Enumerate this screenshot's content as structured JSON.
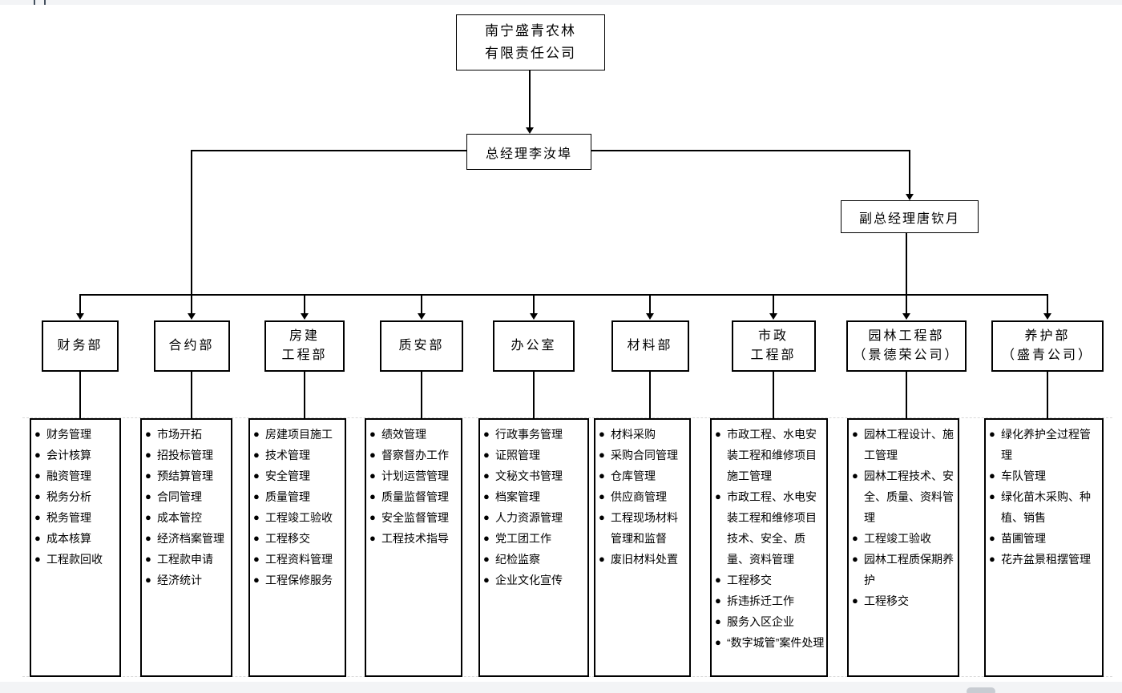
{
  "colors": {
    "line": "#000000",
    "chrome_bar": "#f3f4f6",
    "scroll_thumb": "#c8ccd2"
  },
  "chart": {
    "bullet": "●",
    "company": {
      "line1": "南宁盛青农林",
      "line2": "有限责任公司"
    },
    "general_manager": "总经理李汝埠",
    "deputy_manager": "副总经理唐钦月",
    "departments": [
      {
        "name_lines": [
          "财务部"
        ],
        "duties": [
          "财务管理",
          "会计核算",
          "融资管理",
          "税务分析",
          "税务管理",
          "成本核算",
          "工程款回收"
        ]
      },
      {
        "name_lines": [
          "合约部"
        ],
        "duties": [
          "市场开拓",
          "招投标管理",
          "预结算管理",
          "合同管理",
          "成本管控",
          "经济档案管理",
          "工程款申请",
          "经济统计"
        ]
      },
      {
        "name_lines": [
          "房建",
          "工程部"
        ],
        "duties": [
          "房建项目施工",
          "技术管理",
          "安全管理",
          "质量管理",
          "工程竣工验收",
          "工程移交",
          "工程资料管理",
          "工程保修服务"
        ]
      },
      {
        "name_lines": [
          "质安部"
        ],
        "duties": [
          "绩效管理",
          "督察督办工作",
          "计划运营管理",
          "质量监督管理",
          "安全监督管理",
          "工程技术指导"
        ]
      },
      {
        "name_lines": [
          "办公室"
        ],
        "duties": [
          "行政事务管理",
          "证照管理",
          "文秘文书管理",
          "档案管理",
          "人力资源管理",
          "党工团工作",
          "纪检监察",
          "企业文化宣传"
        ]
      },
      {
        "name_lines": [
          "材料部"
        ],
        "duties": [
          "材料采购",
          "采购合同管理",
          "仓库管理",
          "供应商管理",
          "工程现场材料管理和监督",
          "废旧材料处置"
        ]
      },
      {
        "name_lines": [
          "市政",
          "工程部"
        ],
        "duties": [
          "市政工程、水电安装工程和维修项目施工管理",
          "市政工程、水电安装工程和维修项目技术、安全、质量、资料管理",
          "工程移交",
          "拆违拆迁工作",
          "服务入区企业",
          "“数字城管”案件处理"
        ]
      },
      {
        "name_lines": [
          "园林工程部",
          "（景德荣公司）"
        ],
        "duties": [
          "园林工程设计、施工管理",
          "园林工程技术、安全、质量、资料管理",
          "工程竣工验收",
          "园林工程质保期养护",
          "工程移交"
        ]
      },
      {
        "name_lines": [
          "养护部",
          "（盛青公司）"
        ],
        "duties": [
          "绿化养护全过程管理",
          "车队管理",
          "绿化苗木采购、种植、销售",
          "苗圃管理",
          "花卉盆景租摆管理"
        ]
      }
    ]
  }
}
